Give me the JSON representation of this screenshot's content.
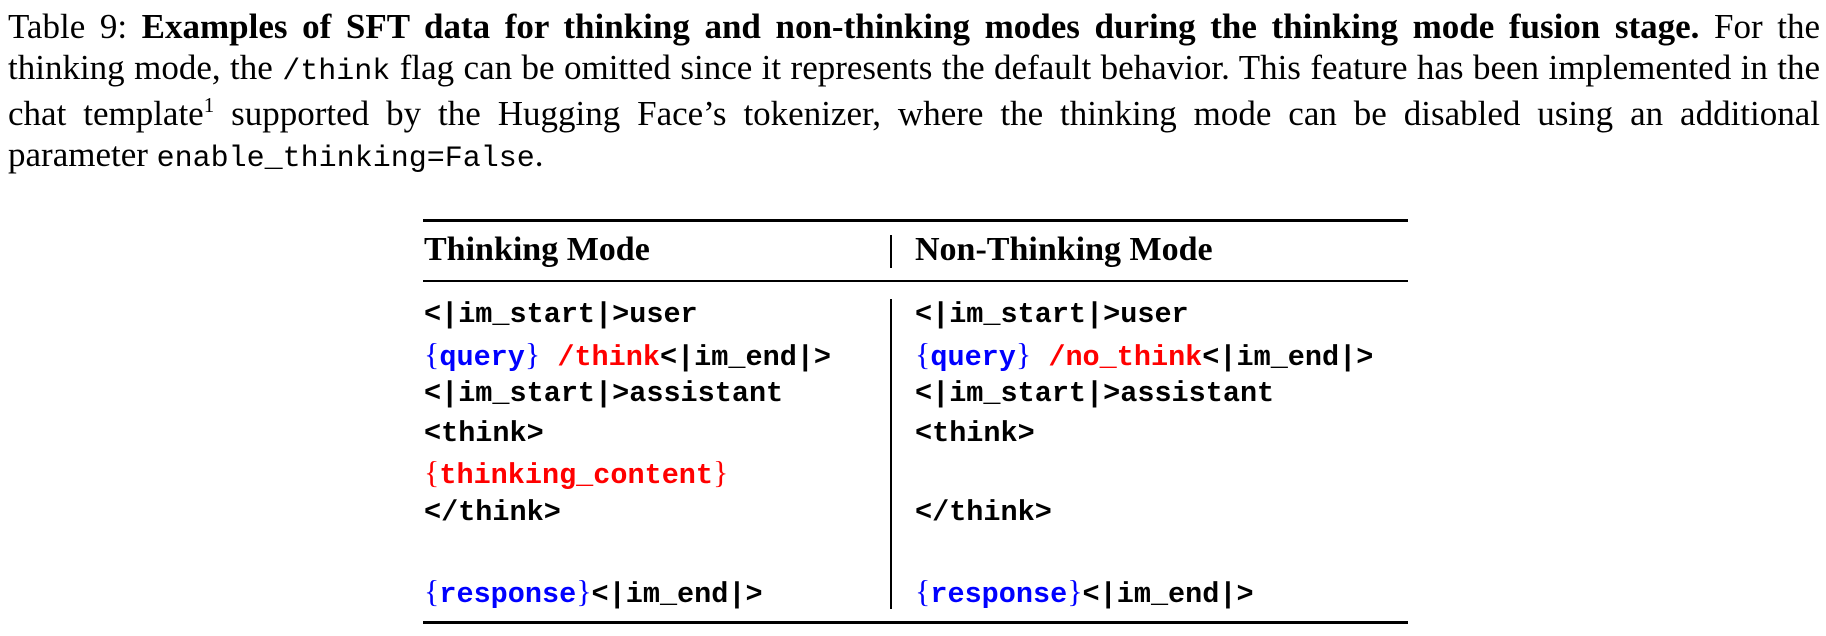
{
  "caption": {
    "label": "Table 9:",
    "title": "Examples of SFT data for thinking and non-thinking modes during the thinking mode fusion stage.",
    "text1": "For the thinking mode, the",
    "think_flag": "/think",
    "text2": "flag can be omitted since it represents the default behavior. This feature has been implemented in the chat template",
    "footnote": "1",
    "text3": "supported by the Hugging Face’s tokenizer, where the thinking mode can be disabled using an additional parameter",
    "param": "enable_thinking=False",
    "end": "."
  },
  "table": {
    "headers": {
      "thinking": "Thinking Mode",
      "non_thinking": "Non-Thinking Mode"
    },
    "thinking": {
      "start_user": "<|im_start|>user",
      "query": "query",
      "flag": "/think",
      "end_tag": "<|im_end|>",
      "start_assistant": "<|im_start|>assistant",
      "open_think": "<think>",
      "thinking_content": "thinking_content",
      "close_think": "</think>",
      "response": "response",
      "response_end": "<|im_end|>"
    },
    "non_thinking": {
      "start_user": "<|im_start|>user",
      "query": "query",
      "flag": "/no_think",
      "end_tag": "<|im_end|>",
      "start_assistant": "<|im_start|>assistant",
      "open_think": "<think>",
      "close_think": "</think>",
      "response": "response",
      "response_end": "<|im_end|>"
    }
  },
  "colors": {
    "placeholder": "#0000ff",
    "highlight": "#ff0000",
    "text": "#000000"
  }
}
